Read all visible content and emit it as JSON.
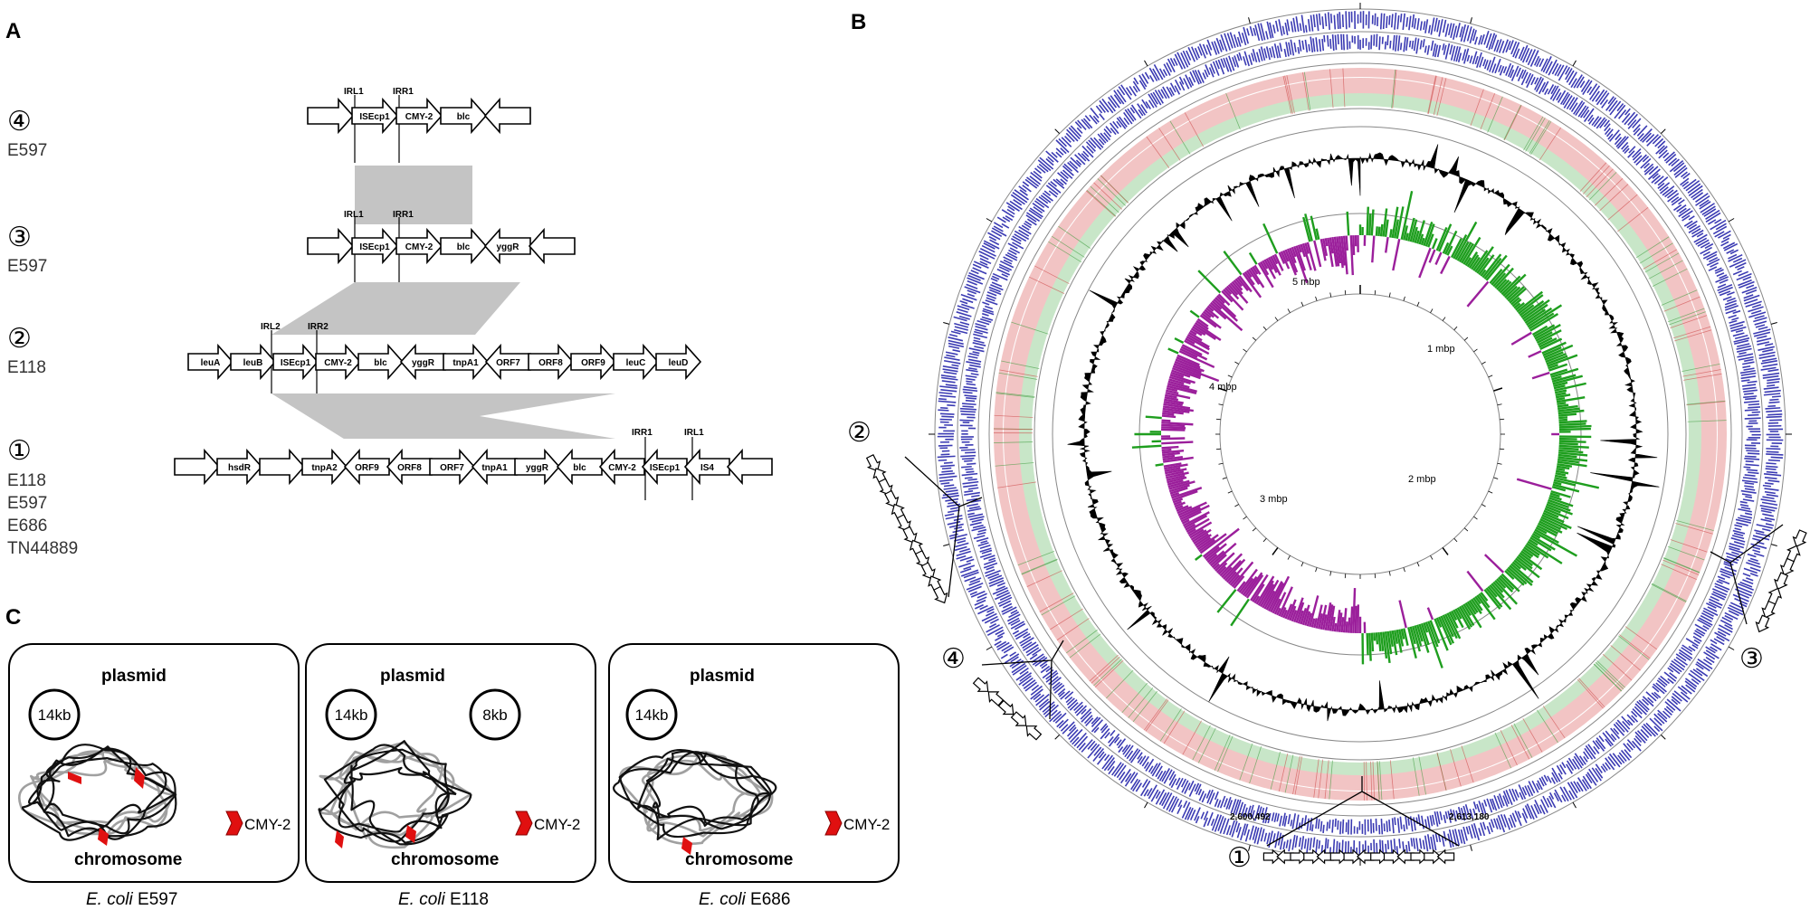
{
  "panel_a": {
    "letter": "A",
    "rows": [
      {
        "num": "④",
        "strains": [
          "E597"
        ],
        "ir_labels": [
          {
            "text": "IRL1"
          },
          {
            "text": "IRR1"
          }
        ],
        "genes": [
          {
            "label": "",
            "dir": "R"
          },
          {
            "label": "ISEcp1",
            "dir": "R"
          },
          {
            "label": "CMY-2",
            "dir": "R"
          },
          {
            "label": "blc",
            "dir": "R"
          },
          {
            "label": "",
            "dir": "L"
          }
        ]
      },
      {
        "num": "③",
        "strains": [
          "E597"
        ],
        "ir_labels": [
          {
            "text": "IRL1"
          },
          {
            "text": "IRR1"
          }
        ],
        "genes": [
          {
            "label": "",
            "dir": "R"
          },
          {
            "label": "ISEcp1",
            "dir": "R"
          },
          {
            "label": "CMY-2",
            "dir": "R"
          },
          {
            "label": "blc",
            "dir": "R"
          },
          {
            "label": "yggR",
            "dir": "L"
          },
          {
            "label": "",
            "dir": "L"
          }
        ]
      },
      {
        "num": "②",
        "strains": [
          "E118"
        ],
        "ir_labels": [
          {
            "text": "IRL2"
          },
          {
            "text": "IRR2"
          }
        ],
        "genes": [
          {
            "label": "leuA",
            "dir": "R"
          },
          {
            "label": "leuB",
            "dir": "R"
          },
          {
            "label": "ISEcp1",
            "dir": "R"
          },
          {
            "label": "CMY-2",
            "dir": "R"
          },
          {
            "label": "blc",
            "dir": "R"
          },
          {
            "label": "yggR",
            "dir": "L"
          },
          {
            "label": "tnpA1",
            "dir": "R"
          },
          {
            "label": "ORF7",
            "dir": "L"
          },
          {
            "label": "ORF8",
            "dir": "R"
          },
          {
            "label": "ORF9",
            "dir": "R"
          },
          {
            "label": "leuC",
            "dir": "R"
          },
          {
            "label": "leuD",
            "dir": "R"
          }
        ]
      },
      {
        "num": "①",
        "strains": [
          "E118",
          "E597",
          "E686",
          "TN44889"
        ],
        "ir_labels": [
          {
            "text": "IRR1"
          },
          {
            "text": "IRL1"
          }
        ],
        "genes": [
          {
            "label": "",
            "dir": "R"
          },
          {
            "label": "hsdR",
            "dir": "R"
          },
          {
            "label": "",
            "dir": "R"
          },
          {
            "label": "tnpA2",
            "dir": "R"
          },
          {
            "label": "ORF9",
            "dir": "L"
          },
          {
            "label": "ORF8",
            "dir": "L"
          },
          {
            "label": "ORF7",
            "dir": "R"
          },
          {
            "label": "tnpA1",
            "dir": "L"
          },
          {
            "label": "yggR",
            "dir": "R"
          },
          {
            "label": "blc",
            "dir": "L"
          },
          {
            "label": "CMY-2",
            "dir": "L"
          },
          {
            "label": "ISEcp1",
            "dir": "L"
          },
          {
            "label": "IS4",
            "dir": "L"
          },
          {
            "label": "",
            "dir": "L"
          }
        ]
      }
    ]
  },
  "panel_b": {
    "letter": "B",
    "mbp_labels": [
      "1 mbp",
      "2 mbp",
      "3 mbp",
      "4 mbp",
      "5 mbp"
    ],
    "callouts": [
      {
        "num": "②"
      },
      {
        "num": "④"
      },
      {
        "num": "③"
      },
      {
        "num": "①"
      }
    ],
    "coord_left": "2,600,492",
    "coord_right": "2,613,180",
    "colors": {
      "cds": "#1a1aa6",
      "pink": "#f2c4c4",
      "green": "#c8e6c8",
      "gc_content": "#000000",
      "gc_skew_pos": "#1e9e1e",
      "gc_skew_neg": "#9b1f9b"
    }
  },
  "panel_c": {
    "letter": "C",
    "boxes": [
      {
        "plasmid_label": "plasmid",
        "plasmids": [
          "14kb"
        ],
        "chromosome_label": "chromosome",
        "legend_label": "CMY-2",
        "caption_species": "E. coli",
        "caption_strain": " E597"
      },
      {
        "plasmid_label": "plasmid",
        "plasmids": [
          "14kb",
          "8kb"
        ],
        "chromosome_label": "chromosome",
        "legend_label": "CMY-2",
        "caption_species": "E. coli",
        "caption_strain": " E118"
      },
      {
        "plasmid_label": "plasmid",
        "plasmids": [
          "14kb"
        ],
        "chromosome_label": "chromosome",
        "legend_label": "CMY-2",
        "caption_species": "E. coli",
        "caption_strain": " E686"
      }
    ],
    "marker_color": "#e01010"
  }
}
